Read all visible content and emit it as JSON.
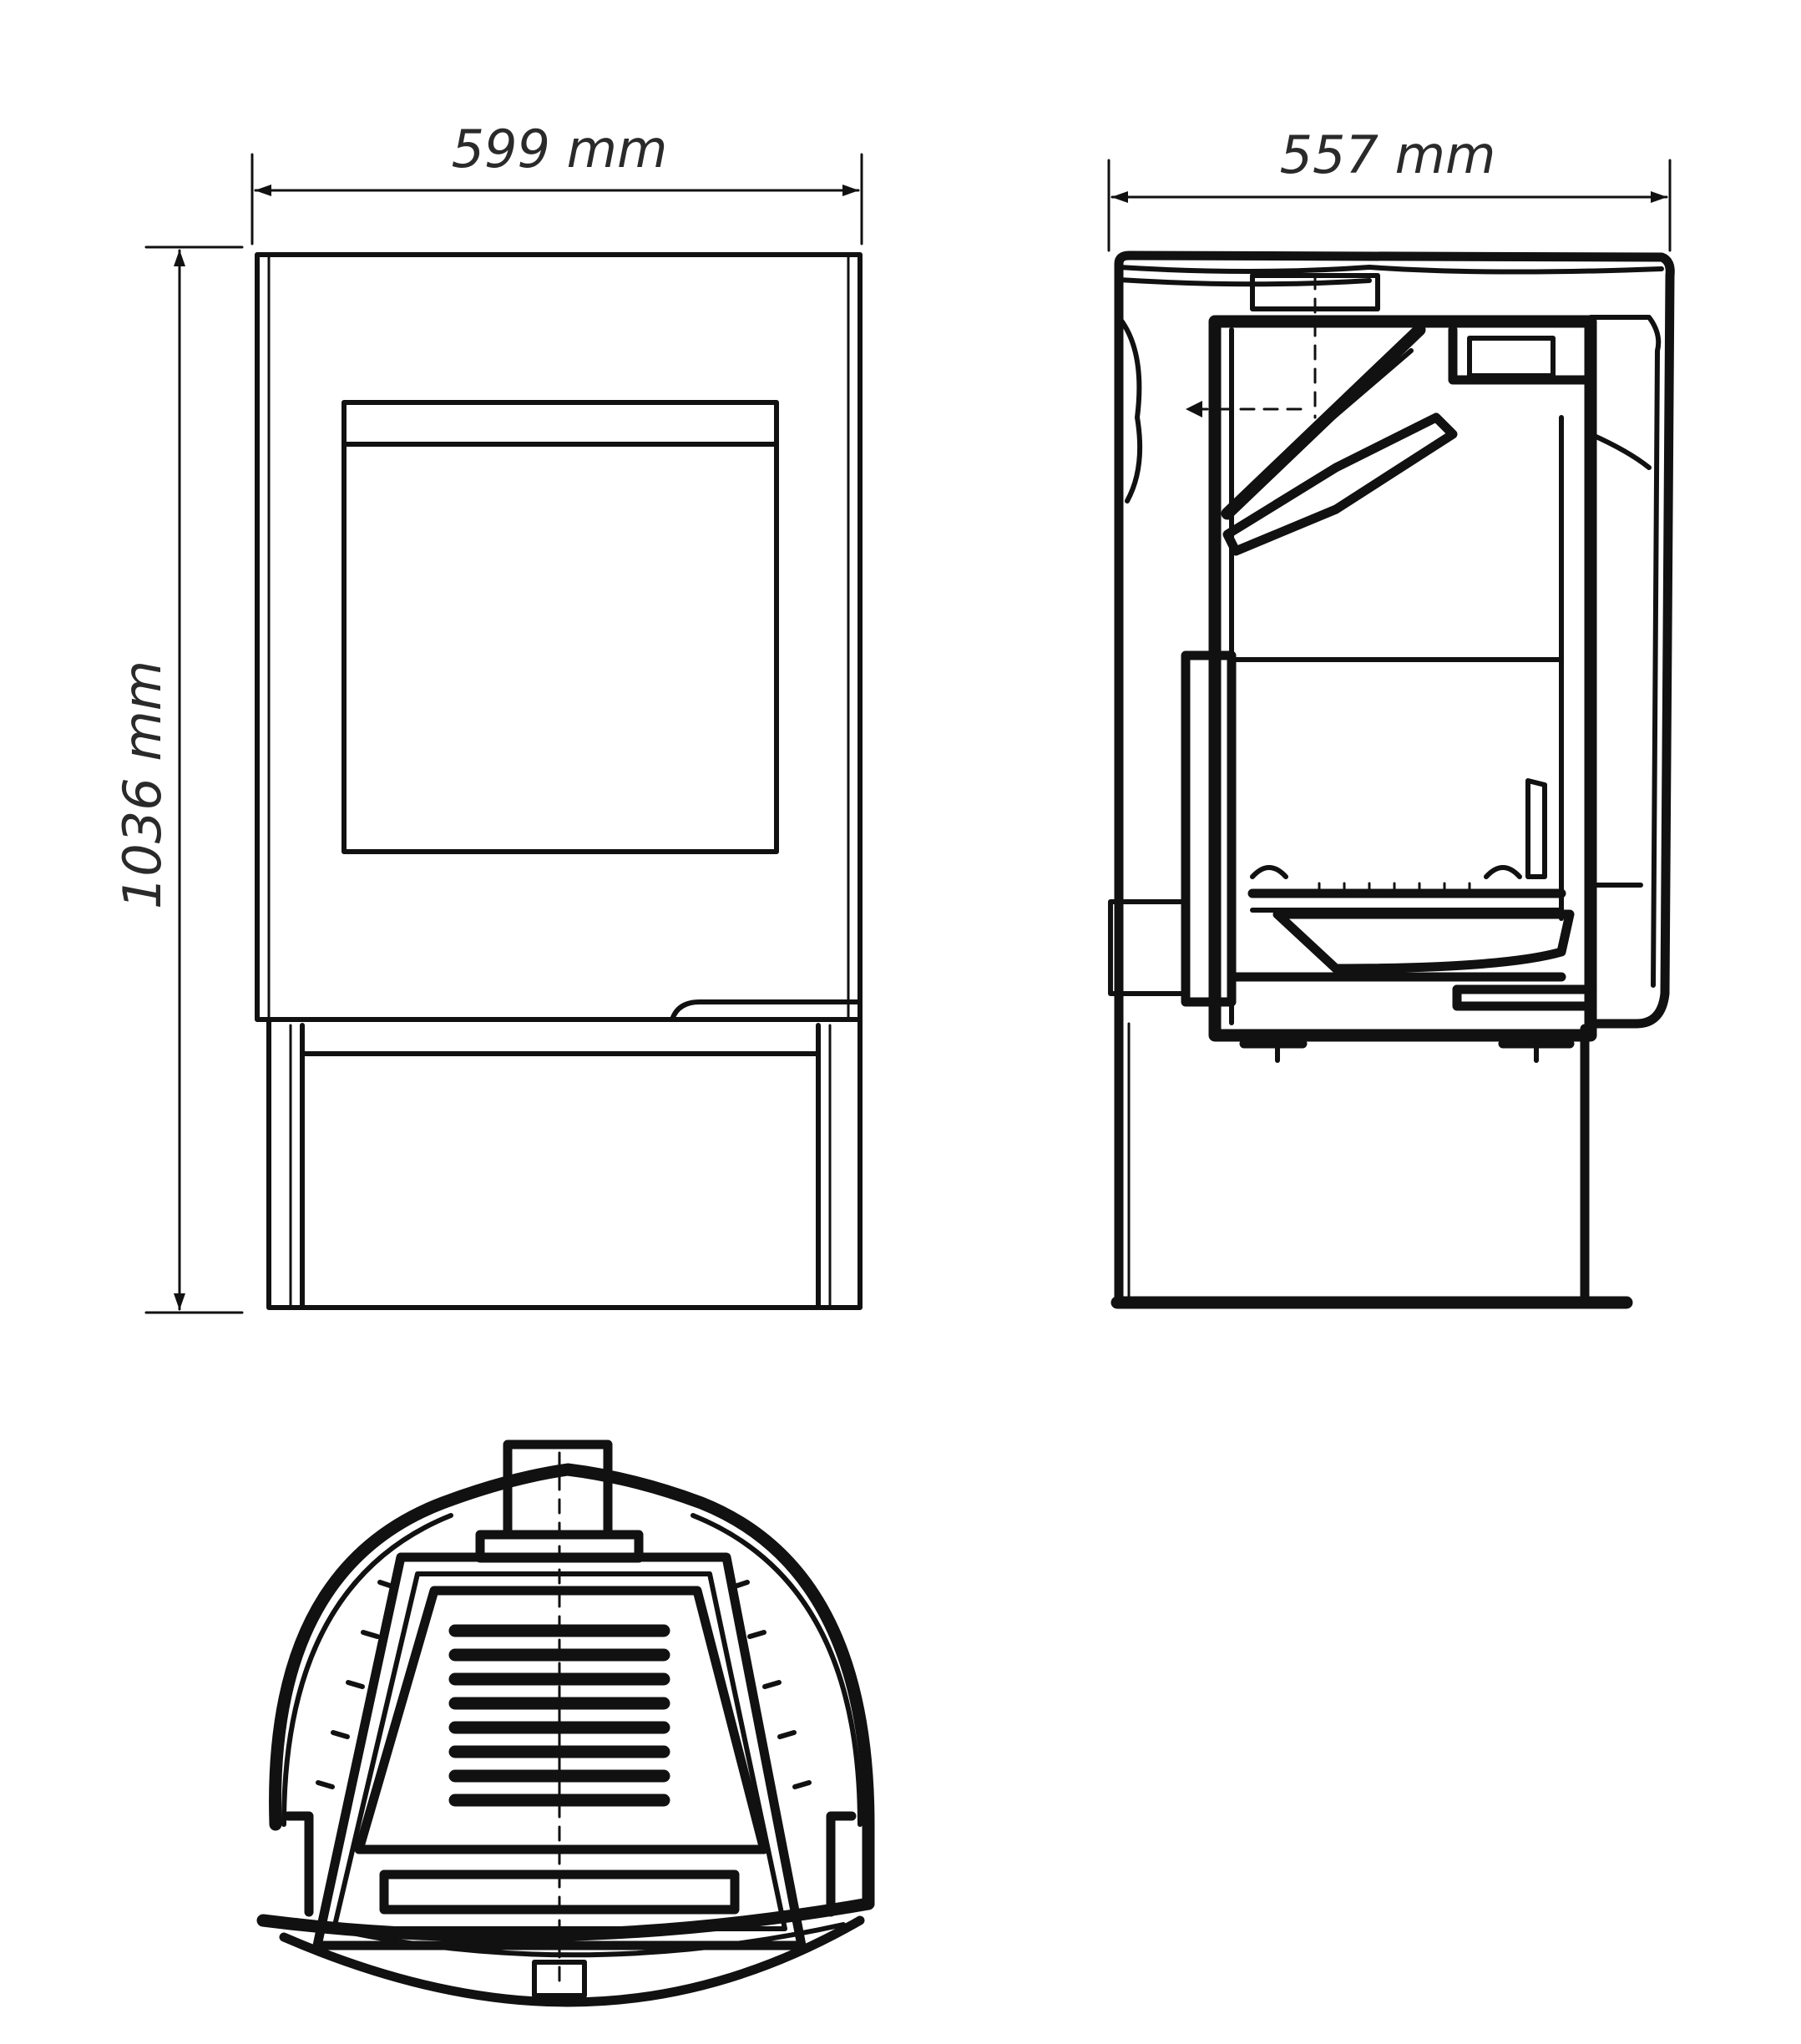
{
  "dimensions": {
    "front_width": "599 mm",
    "side_depth": "557 mm",
    "height": "1036 mm"
  },
  "views": [
    "front-view",
    "side-section-view",
    "top-section-view"
  ],
  "colors": {
    "line": "#111111",
    "text": "#2a2a2a",
    "background": "#ffffff"
  }
}
